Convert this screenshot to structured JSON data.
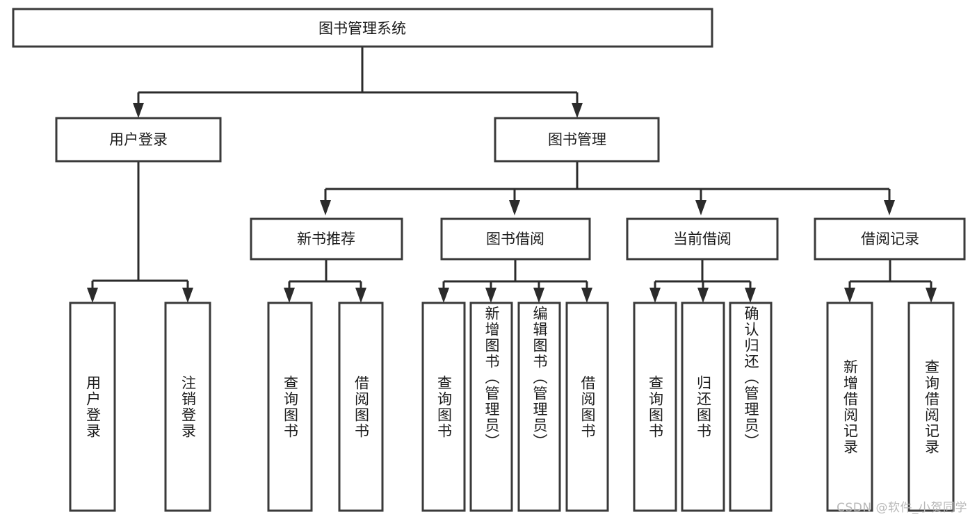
{
  "diagram": {
    "type": "tree",
    "title": "图书管理系统",
    "orientation": "top-down",
    "colors": {
      "box_fill": "#ffffff",
      "box_stroke": "#3a3a3a",
      "line": "#2b2b2b",
      "text": "#1b1b1b",
      "watermark": "#b9b9b9",
      "background": "#ffffff"
    },
    "root": {
      "label": "图书管理系统"
    },
    "level2": [
      {
        "label": "用户登录"
      },
      {
        "label": "图书管理"
      }
    ],
    "level3": [
      {
        "label": "新书推荐"
      },
      {
        "label": "图书借阅"
      },
      {
        "label": "当前借阅"
      },
      {
        "label": "借阅记录"
      }
    ],
    "leaves": {
      "user_login": [
        {
          "label": "用户登录"
        },
        {
          "label": "注销登录"
        }
      ],
      "new_book_recommend": [
        {
          "label": "查询图书"
        },
        {
          "label": "借阅图书"
        }
      ],
      "book_borrow": [
        {
          "label": "查询图书"
        },
        {
          "label": "新增图书（管理员）"
        },
        {
          "label": "编辑图书（管理员）"
        },
        {
          "label": "借阅图书"
        }
      ],
      "current_borrow": [
        {
          "label": "查询图书"
        },
        {
          "label": "归还图书"
        },
        {
          "label": "确认归还（管理员）"
        }
      ],
      "borrow_record": [
        {
          "label": "新增借阅记录"
        },
        {
          "label": "查询借阅记录"
        }
      ]
    }
  },
  "watermark": {
    "text": "CSDN @软件_小贺同学"
  }
}
